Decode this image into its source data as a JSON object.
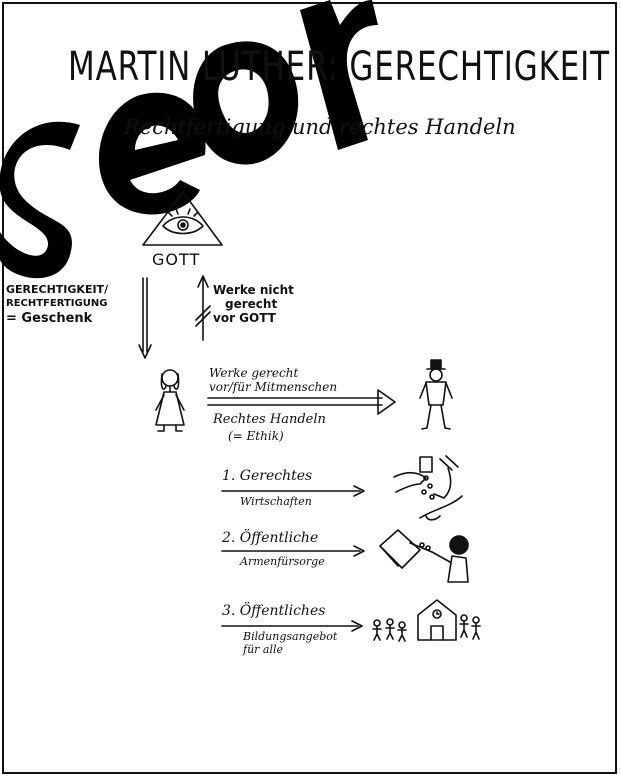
{
  "title": "MARTIN LUTHER: GERECHTIGKEIT",
  "subtitle": "Rechtfertigung und rechtes Handeln",
  "watermark": "seor",
  "god": {
    "label": "GOTT",
    "icon": "eye-of-providence-icon"
  },
  "left_arrow": {
    "line1": "GERECHTIGKEIT/",
    "line2": "RECHTFERTIGUNG",
    "line3": "= Geschenk"
  },
  "right_arrow": {
    "line1": "Werke nicht",
    "line2": "gerecht",
    "line3": "vor GOTT"
  },
  "human_arrow": {
    "above1": "Werke gerecht",
    "above2": "vor/für Mitmenschen",
    "below1": "Rechtes Handeln",
    "below2": "(= Ethik)"
  },
  "items": [
    {
      "num_title": "1. Gerechtes",
      "sub": "Wirtschaften",
      "icon": "hands-exchanging-money-icon"
    },
    {
      "num_title": "2. Öffentliche",
      "sub": "Armenfürsorge",
      "icon": "person-giving-alms-icon"
    },
    {
      "num_title": "3. Öffentliches",
      "sub1": "Bildungsangebot",
      "sub2": "für alle",
      "icon": "school-with-children-icon"
    }
  ],
  "colors": {
    "ink": "#111111",
    "paper": "#ffffff"
  }
}
